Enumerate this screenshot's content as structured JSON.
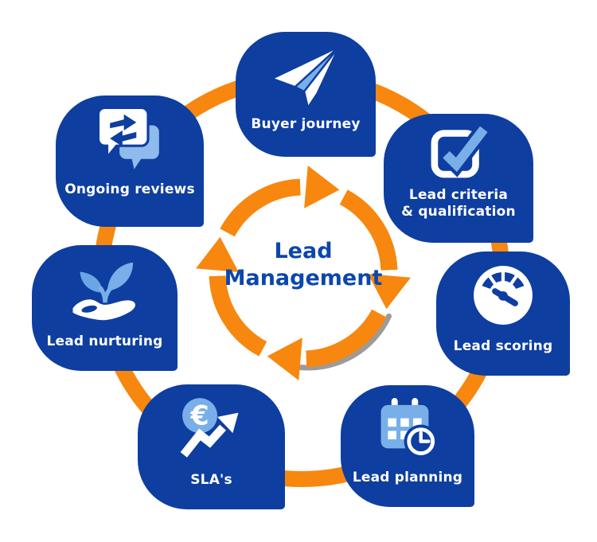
{
  "title": {
    "line1": "Lead",
    "line2": "Management"
  },
  "nodes": [
    {
      "id": "buyer-journey",
      "label": "Buyer journey",
      "icon": "paper-plane-icon"
    },
    {
      "id": "lead-criteria",
      "label": "Lead criteria",
      "label2": "& qualification",
      "icon": "checkbox-check-icon"
    },
    {
      "id": "lead-scoring",
      "label": "Lead scoring",
      "icon": "gauge-icon"
    },
    {
      "id": "lead-planning",
      "label": "Lead planning",
      "icon": "calendar-clock-icon"
    },
    {
      "id": "slas",
      "label": "SLA's",
      "icon": "euro-growth-icon"
    },
    {
      "id": "lead-nurturing",
      "label": "Lead nurturing",
      "icon": "hand-plant-icon"
    },
    {
      "id": "ongoing-reviews",
      "label": "Ongoing reviews",
      "icon": "chat-sync-icon"
    }
  ],
  "colors": {
    "bubble_blue": "#0E3EA0",
    "accent_orange": "#F7870F",
    "light_blue": "#79AFE8",
    "leaf_blue": "#6AA6E4",
    "title_blue": "#0C47AB",
    "label_white": "#FFFFFF",
    "shadow_gray": "#8A8A8A",
    "background": "#FFFFFF"
  },
  "diagram": {
    "type": "cycle",
    "direction": "clockwise",
    "center_label": "Lead Management",
    "node_count": 7
  }
}
